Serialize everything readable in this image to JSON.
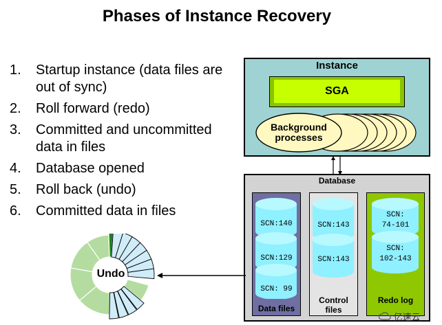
{
  "title": "Phases of Instance Recovery",
  "steps": [
    {
      "num": "1.",
      "text": "Startup instance (data files are out of sync)"
    },
    {
      "num": "2.",
      "text": "Roll forward (redo)"
    },
    {
      "num": "3.",
      "text": "Committed and uncommitted data in files"
    },
    {
      "num": "4.",
      "text": "Database opened"
    },
    {
      "num": "5.",
      "text": "Roll back (undo)"
    },
    {
      "num": "6.",
      "text": "Committed data in files"
    }
  ],
  "instance": {
    "label": "Instance",
    "sga_label": "SGA",
    "background_label_line1": "Background",
    "background_label_line2": "processes"
  },
  "database": {
    "label": "Database",
    "data_files": {
      "label": "Data files",
      "scn": [
        "SCN:140",
        "SCN:129",
        "SCN: 99"
      ]
    },
    "control_files": {
      "label_line1": "Control",
      "label_line2": "files",
      "scn": [
        "SCN:143",
        "SCN:143"
      ]
    },
    "redo_log": {
      "label_line1": "Redo log",
      "scn": [
        [
          "SCN:",
          "74-101"
        ],
        [
          "SCN:",
          "102-143"
        ]
      ]
    }
  },
  "undo": {
    "label": "Undo"
  },
  "watermark": "亿速云",
  "colors": {
    "instance_bg": "#9fd3d3",
    "sga_outer": "#88c400",
    "sga_inner": "#c6ff00",
    "process_fill": "#fff8c0",
    "database_bg": "#d3d3d3",
    "data_files_bg": "#6f6fa3",
    "control_files_bg": "#e4e4e4",
    "redo_bg": "#8fc800",
    "cylinder": "#8ff0ff",
    "undo_green": "#b4dca0",
    "undo_blue": "#d0ecf8",
    "undo_dark": "#208020"
  }
}
